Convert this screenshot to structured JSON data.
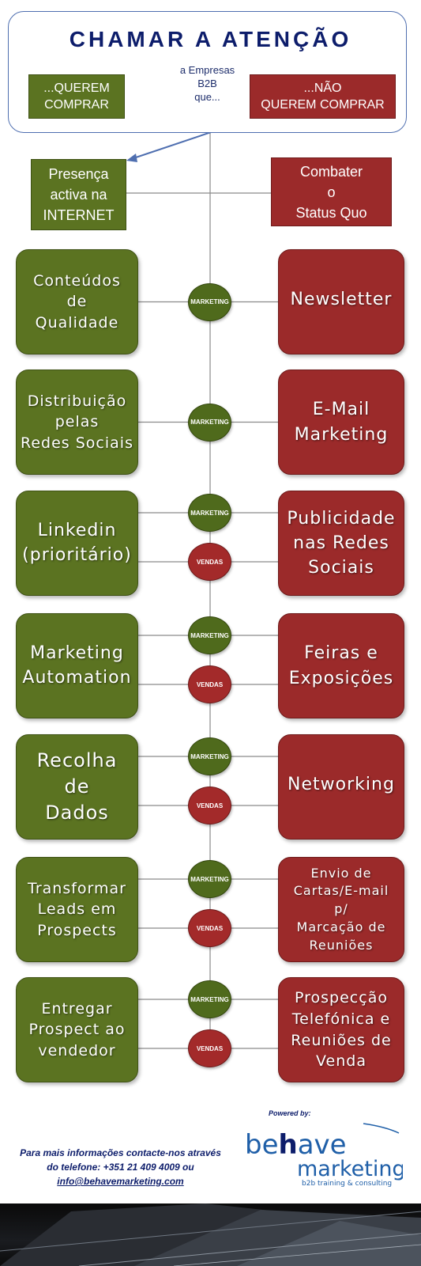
{
  "header": {
    "title": "CHAMAR A ATENÇÃO",
    "subtitle_lines": [
      "a Empresas",
      "B2B",
      "que..."
    ],
    "want_lines": [
      "...QUEREM",
      "COMPRAR"
    ],
    "not_want_lines": [
      "...NÃO",
      "QUEREM COMPRAR"
    ]
  },
  "level1": {
    "left_lines": [
      "Presença",
      "activa na",
      "INTERNET"
    ],
    "right_lines": [
      "Combater",
      "o",
      "Status Quo"
    ]
  },
  "badges": {
    "marketing": "MARKETING",
    "vendas": "VENDAS"
  },
  "rows": [
    {
      "left": [
        "Conteúdos",
        "de",
        "Qualidade"
      ],
      "right": [
        "Newsletter"
      ],
      "vendas": false
    },
    {
      "left": [
        "Distribuição",
        "pelas",
        "Redes Sociais"
      ],
      "right": [
        "E-Mail",
        "Marketing"
      ],
      "vendas": false
    },
    {
      "left": [
        "Linkedin",
        "(prioritário)"
      ],
      "right": [
        "Publicidade",
        "nas Redes",
        "Sociais"
      ],
      "vendas": true
    },
    {
      "left": [
        "Marketing",
        "Automation"
      ],
      "right": [
        "Feiras e",
        "Exposições"
      ],
      "vendas": true
    },
    {
      "left": [
        "Recolha",
        "de",
        "Dados"
      ],
      "right": [
        "Networking"
      ],
      "vendas": true
    },
    {
      "left": [
        "Transformar",
        "Leads em",
        "Prospects"
      ],
      "right": [
        "Envio de",
        "Cartas/E-mail",
        "p/",
        "Marcação de",
        "Reuniões"
      ],
      "vendas": true
    },
    {
      "left": [
        "Entregar",
        "Prospect ao",
        "vendedor"
      ],
      "right": [
        "Prospecção",
        "Telefónica e",
        "Reuniões de",
        "Venda"
      ],
      "vendas": true
    }
  ],
  "footer": {
    "lines": [
      "Para mais informações contacte-nos através",
      "do telefone: +351 21 409 4009 ou"
    ],
    "email": "info@behavemarketing.com",
    "powered_by": "Powered by:",
    "logo_line1_pre": "be",
    "logo_line1_h": "h",
    "logo_line1_post": "ave",
    "logo_line2": "marketing",
    "logo_tagline": "b2b training & consulting"
  },
  "colors": {
    "green": "#5b7321",
    "red": "#9b2a2a",
    "title_blue": "#0d1d6b",
    "header_border": "#4f6fb0",
    "logo_blue": "#1f5fa8"
  }
}
